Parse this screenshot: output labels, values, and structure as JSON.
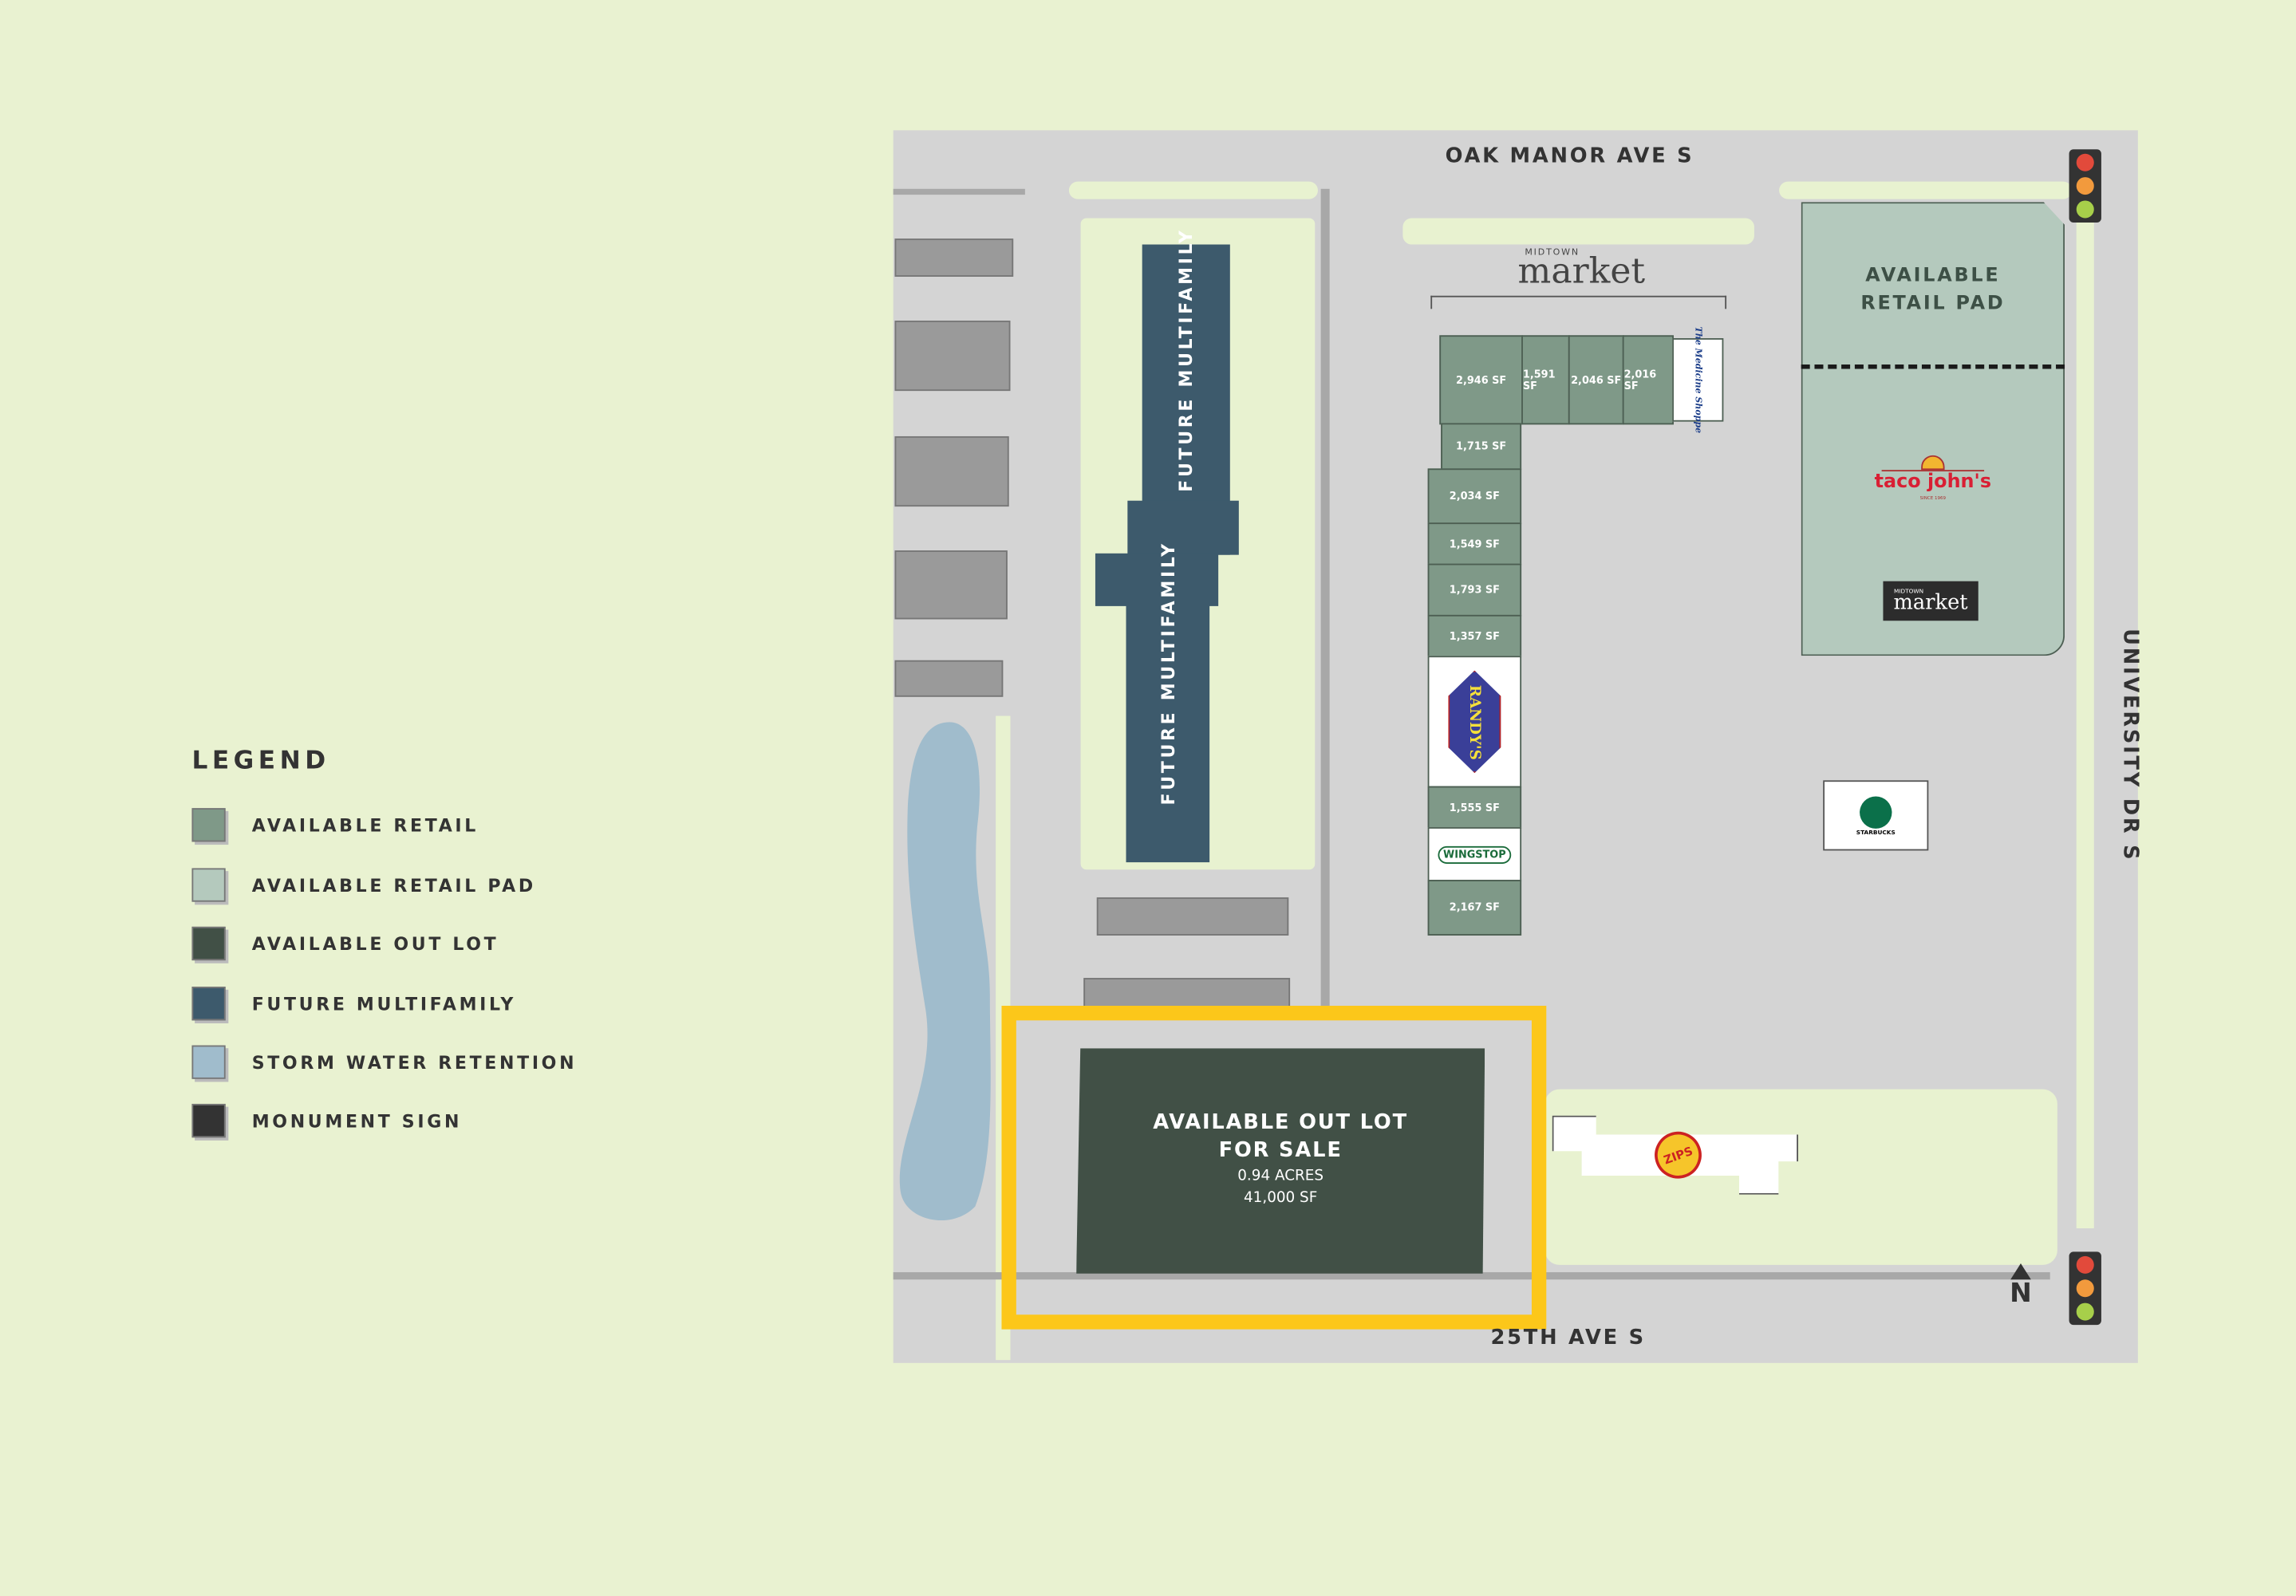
{
  "legend": {
    "title": "LEGEND",
    "items": [
      {
        "label": "AVAILABLE RETAIL",
        "color": "#7f9988"
      },
      {
        "label": "AVAILABLE RETAIL PAD",
        "color": "#b4c9bd"
      },
      {
        "label": "AVAILABLE OUT LOT",
        "color": "#415046"
      },
      {
        "label": "FUTURE MULTIFAMILY",
        "color": "#3d5a6c"
      },
      {
        "label": "STORM WATER RETENTION",
        "color": "#a0bccc"
      },
      {
        "label": "MONUMENT SIGN",
        "color": "#333333"
      }
    ]
  },
  "roads": {
    "north": "OAK MANOR AVE S",
    "south": "25TH AVE S",
    "east": "UNIVERSITY DR S"
  },
  "multifamily": [
    "FUTURE MULTIFAMILY",
    "FUTURE MULTIFAMILY"
  ],
  "center": {
    "logo_small": "MIDTOWN",
    "logo_big": "market",
    "units_top": [
      "2,946 SF",
      "1,591 SF",
      "2,046 SF",
      "2,016 SF"
    ],
    "units_column": [
      "1,715 SF",
      "2,034 SF",
      "1,549 SF",
      "1,793 SF",
      "1,357 SF"
    ],
    "unit_1555": "1,555 SF",
    "unit_2167": "2,167 SF",
    "tenants": {
      "medicine": "The Medicine Shoppe",
      "randys": "RANDY'S",
      "wingstop": "WINGSTOP",
      "starbucks": "STARBUCKS",
      "zips": "ZIPS"
    }
  },
  "pad": {
    "line1": "AVAILABLE",
    "line2": "RETAIL PAD",
    "taco": "taco john's",
    "taco_since": "SINCE 1969",
    "mm_small": "MIDTOWN",
    "mm_big": "market"
  },
  "outlot": {
    "line1": "AVAILABLE OUT LOT",
    "line2": "FOR SALE",
    "acres": "0.94 ACRES",
    "sf": "41,000 SF"
  },
  "north": "N",
  "colors": {
    "highlight": "#fcc71a",
    "background": "#e9f2d1"
  }
}
